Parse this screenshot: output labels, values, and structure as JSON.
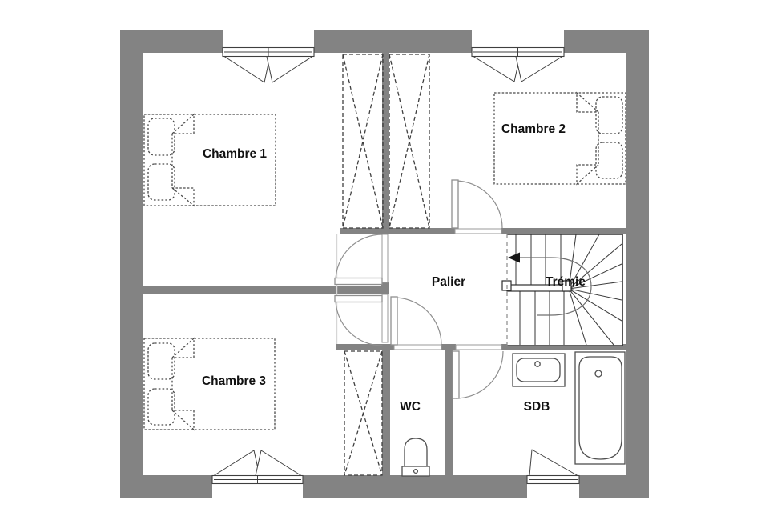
{
  "plan": {
    "colors": {
      "wall": "#838383",
      "line": "#3f3f3f",
      "door": "#8f8f8f",
      "furniture": "#4a4a4a",
      "text": "#111111",
      "background": "#ffffff"
    },
    "rooms": [
      {
        "label": "Chambre 1",
        "fixtures": [
          "double-bed",
          "french-window",
          "door"
        ]
      },
      {
        "label": "Chambre 2",
        "fixtures": [
          "double-bed",
          "french-window",
          "door"
        ]
      },
      {
        "label": "Chambre 3",
        "fixtures": [
          "double-bed",
          "french-window",
          "wardrobe",
          "door"
        ]
      },
      {
        "label": "Palier",
        "fixtures": [
          "wardrobe",
          "wardrobe"
        ]
      },
      {
        "label": "Trémie",
        "fixtures": [
          "winder-staircase",
          "direction-arrow"
        ]
      },
      {
        "label": "WC",
        "fixtures": [
          "toilet",
          "door"
        ]
      },
      {
        "label": "SDB",
        "fixtures": [
          "washbasin",
          "bathtub",
          "casement-window",
          "door"
        ]
      }
    ]
  }
}
